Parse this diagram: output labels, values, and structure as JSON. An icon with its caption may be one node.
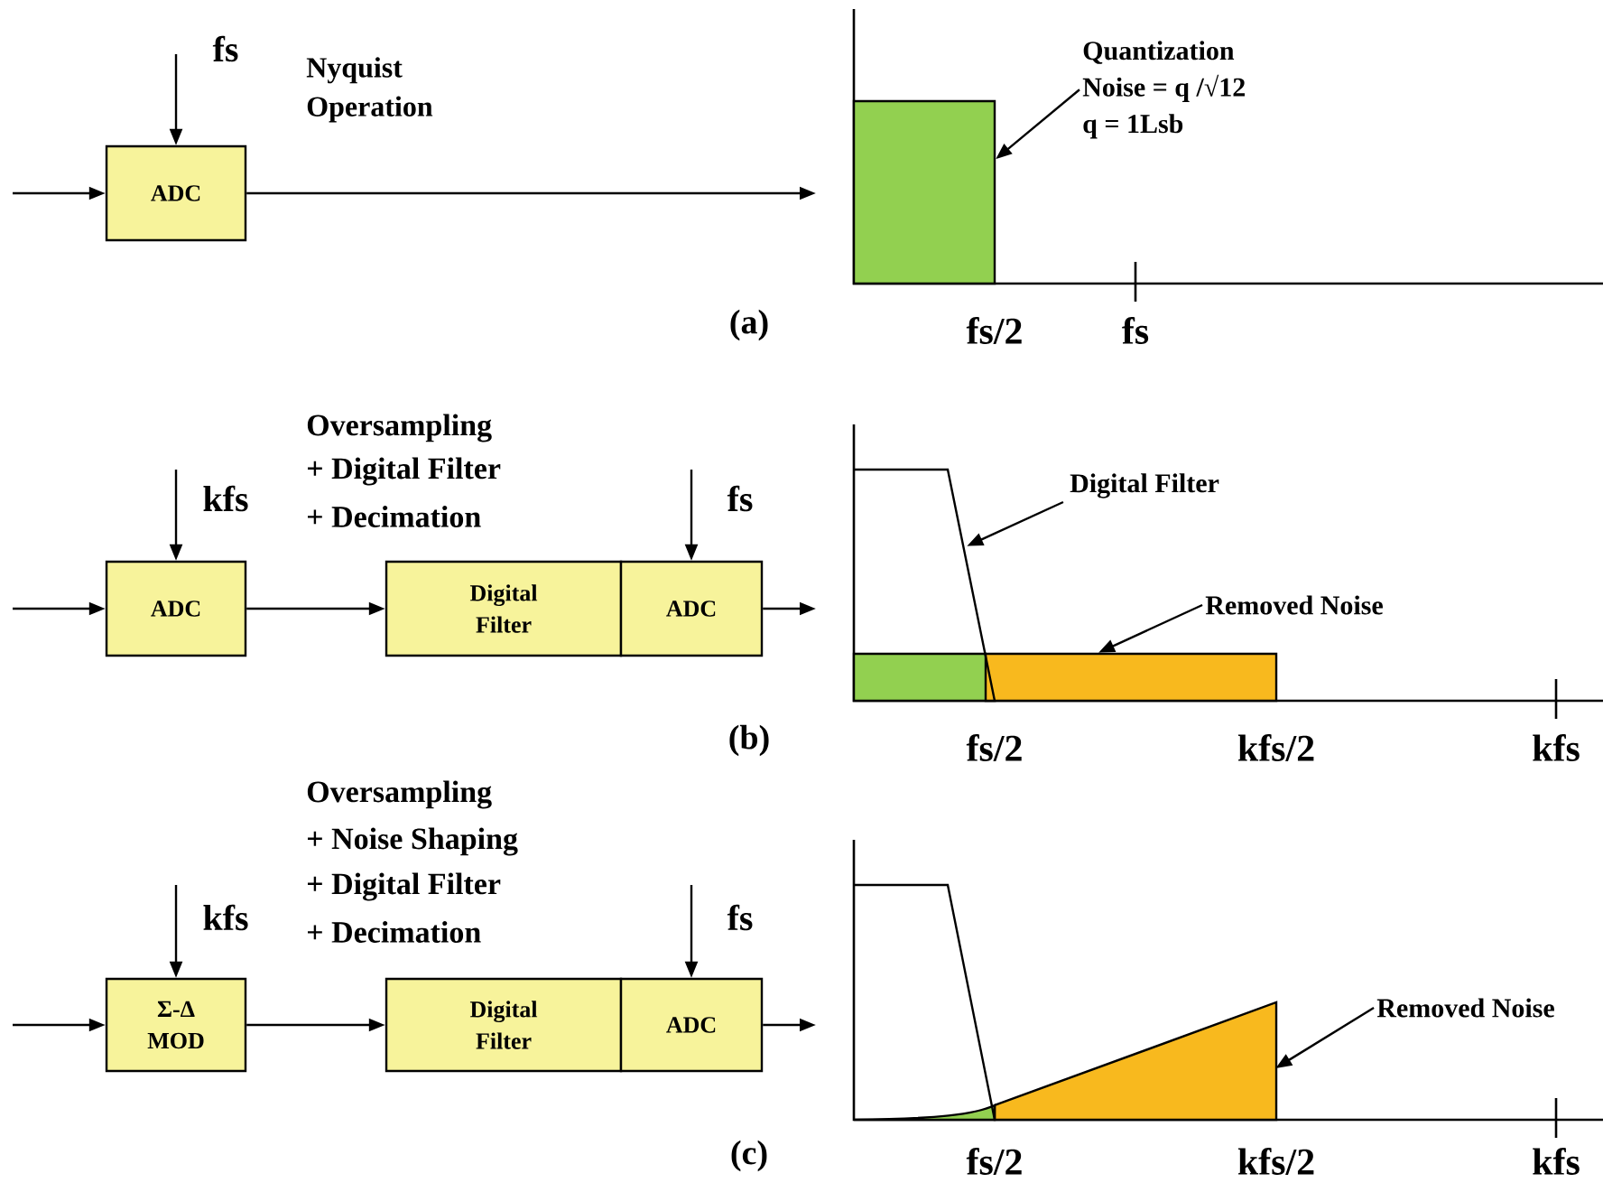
{
  "diagram": {
    "nodes": [
      {
        "text": [
          "ADC"
        ]
      },
      {
        "text": [],
        "shape": "box"
      },
      {
        "text": [
          "Quantization",
          "Noise = q /√12",
          "q = 1Lsb"
        ]
      },
      {
        "text": [
          "ADC"
        ]
      },
      {
        "text": [
          "Digital Filter"
        ]
      },
      {
        "text": [
          "ADC"
        ]
      },
      {
        "text": [
          "Digital Filter"
        ]
      },
      {
        "text": [
          "Removed Noise"
        ]
      },
      {
        "text": [],
        "shape": "box"
      },
      {
        "text": [
          "Σ-Δ MOD"
        ]
      },
      {
        "text": [
          "Digital Filter"
        ]
      },
      {
        "text": [
          "ADC"
        ]
      },
      {
        "text": [
          "Removed Noise"
        ]
      },
      {
        "text": [],
        "shape": "triangle"
      },
      {
        "text": [],
        "shape": "curve"
      }
    ],
    "edges": [
      {
        "from": null,
        "to": 0,
        "arrow": "to"
      },
      {
        "from": null,
        "to": 0,
        "arrow": "to"
      },
      {
        "from": 0,
        "to": null,
        "arrow": "to"
      },
      {
        "from": 2,
        "to": 1,
        "arrow": "to"
      },
      {
        "from": null,
        "to": 3,
        "arrow": "to"
      },
      {
        "from": null,
        "to": 3,
        "arrow": "to"
      },
      {
        "from": 3,
        "to": 4,
        "arrow": "to"
      },
      {
        "from": null,
        "to": 5,
        "arrow": "to"
      },
      {
        "from": 5,
        "to": null,
        "arrow": "to"
      },
      {
        "from": 6,
        "to": 14,
        "arrow": "to"
      },
      {
        "from": 7,
        "to": 8,
        "arrow": "to"
      },
      {
        "from": null,
        "to": 9,
        "arrow": "to"
      },
      {
        "from": null,
        "to": 9,
        "arrow": "to"
      },
      {
        "from": 9,
        "to": 10,
        "arrow": "to"
      },
      {
        "from": null,
        "to": 11,
        "arrow": "to"
      },
      {
        "from": 11,
        "to": null,
        "arrow": "to"
      },
      {
        "from": 12,
        "to": 13,
        "arrow": "to"
      }
    ],
    "labels": [
      "fs",
      "Nyquist Operation",
      "(a)",
      "fs/2",
      "fs",
      "kfs",
      "Oversampling",
      "+ Digital Filter",
      "+ Decimation",
      "fs",
      "(b)",
      "fs/2",
      "kfs/2",
      "kfs",
      "Oversampling",
      "+ Noise Shaping",
      "+ Digital Filter",
      "+ Decimation",
      "kfs",
      "fs",
      "(c)",
      "fs/2",
      "kfs/2",
      "kfs"
    ]
  }
}
